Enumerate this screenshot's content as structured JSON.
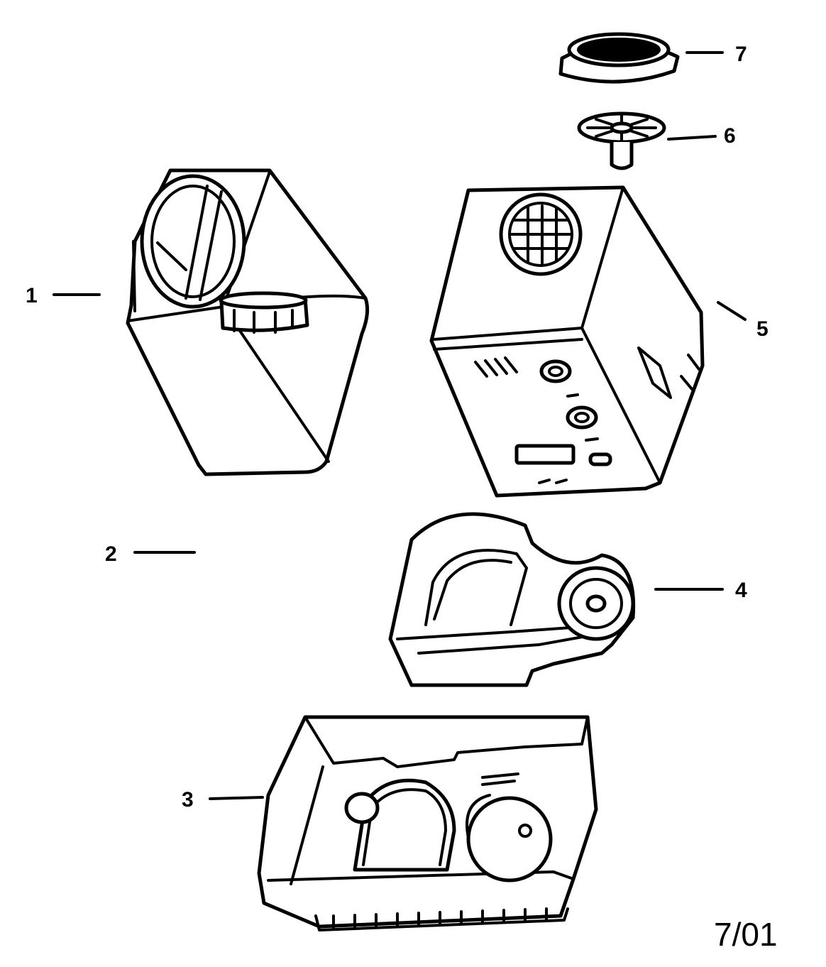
{
  "callouts": {
    "c1": "1",
    "c2": "2",
    "c3": "3",
    "c4": "4",
    "c5": "5",
    "c6": "6",
    "c7": "7"
  },
  "revision": "7/01",
  "colors": {
    "ink": "#000000",
    "paper": "#ffffff"
  }
}
